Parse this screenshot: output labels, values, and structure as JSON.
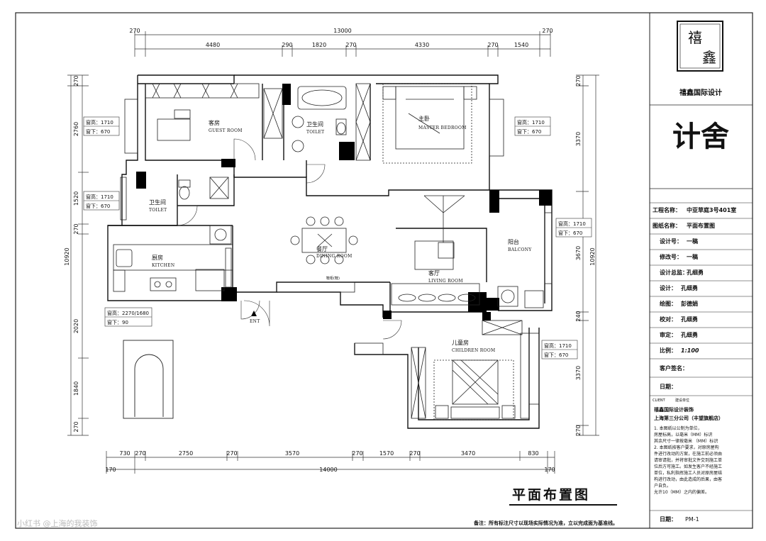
{
  "dims_top": {
    "overall": "13000",
    "ends": [
      "270",
      "270"
    ],
    "segments": [
      "4480",
      "290",
      "1820",
      "270",
      "4330",
      "270",
      "1540"
    ]
  },
  "dims_bottom": {
    "overall": "14000",
    "ends": [
      "170",
      "170"
    ],
    "segments": [
      "730",
      "270",
      "2750",
      "270",
      "3570",
      "270",
      "1570",
      "270",
      "3470",
      "830"
    ]
  },
  "dims_left": {
    "overall": "10920",
    "segments": [
      "270",
      "2760",
      "1520",
      "270",
      "2020",
      "1840",
      "270"
    ]
  },
  "dims_right": {
    "overall": "10920",
    "segments": [
      "270",
      "3370",
      "3670",
      "240",
      "3370",
      "270"
    ]
  },
  "rooms": {
    "guest": {
      "cn": "客房",
      "en": "GUEST ROOM"
    },
    "toilet_top": {
      "cn": "卫生间",
      "en": "TOILET"
    },
    "master": {
      "cn": "主卧",
      "en": "MASTER BEDROOM"
    },
    "toilet_left": {
      "cn": "卫生间",
      "en": "TOILET"
    },
    "dining": {
      "cn": "餐厅",
      "en": "DINING ROOM"
    },
    "kitchen": {
      "cn": "厨房",
      "en": "KITCHEN"
    },
    "living": {
      "cn": "客厅",
      "en": "LIVING ROOM"
    },
    "balcony": {
      "cn": "阳台",
      "en": "BALCONY"
    },
    "children": {
      "cn": "儿童房",
      "en": "CHILDREN ROOM"
    },
    "entrance": "ENT"
  },
  "windows": [
    {
      "h": "窗高：1710",
      "s": "窗下：670"
    },
    {
      "h": "窗高：1710",
      "s": "窗下：670"
    },
    {
      "h": "窗高：1710",
      "s": "窗下：670"
    },
    {
      "h": "窗高：1710",
      "s": "窗下：670"
    },
    {
      "h": "窗高：2270/1680",
      "s": "窗下：90"
    },
    {
      "h": "窗高：1710",
      "s": "窗下：670"
    }
  ],
  "title_block": {
    "logo_chars": [
      "禧",
      "鑫"
    ],
    "company": "禧鑫国际设计",
    "brand": "计舍",
    "rows": [
      {
        "label": "工程名称：",
        "value": "中亚草庭3号401室"
      },
      {
        "label": "图纸名称：",
        "value": "平面布置图"
      },
      {
        "label": "设计号：",
        "value": "一稿"
      },
      {
        "label": "修改号：",
        "value": "一稿"
      },
      {
        "label": "设计总监：",
        "value": "孔细勇"
      },
      {
        "label": "设计：",
        "value": "孔细勇"
      },
      {
        "label": "绘图：",
        "value": "彭德娟"
      },
      {
        "label": "校对：",
        "value": "孔细勇"
      },
      {
        "label": "审定：",
        "value": "孔细勇"
      },
      {
        "label": "比例：",
        "value": "1:100"
      },
      {
        "label": "客户签名：",
        "value": ""
      },
      {
        "label": "日期：",
        "value": ""
      }
    ],
    "client_label": "CLIENT",
    "client_value": "建设单位",
    "company_full": "禧鑫国际设计装饰",
    "branch": "上海第三分公司（丰望旗舰店）",
    "notes": [
      "1. 本图纸以公制为单位，",
      "房屋标高，以毫米（MM）标识",
      "其余尺寸一律按毫米 （MM）标识",
      "2. 本图纸按客户要求，对原房屋构",
      "件进行改动的方案，在施工前必须由",
      "请审请批，并将审批文件交到施工单",
      "位后方可施工。如发生客户不经施工",
      "单位，私利指挥施工人员对原房屋结",
      "构进行改动，由此造成的后果，由客",
      "户自负。",
      "允许10（MM）之内的偏差。"
    ],
    "date_label": "日期：",
    "sheet_no": "PM-1"
  },
  "drawing_title": "平面布置图",
  "footnote": "备注：所有标注尺寸以现场实际情况为准，立以完成面为基准线。",
  "watermark": "小红书 @上海的我装饰",
  "misc_label": "鞋柜(鞋)"
}
